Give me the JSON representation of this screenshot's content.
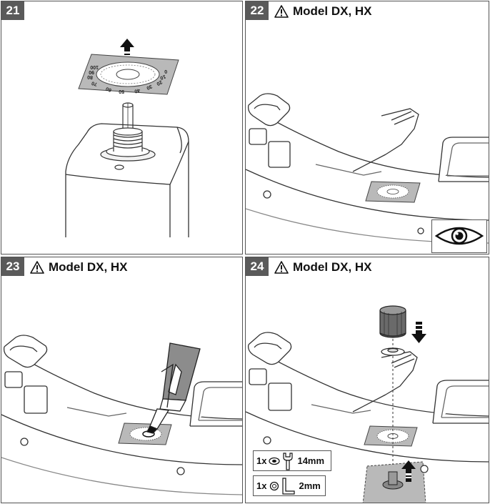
{
  "steps": [
    {
      "number": "21",
      "title": ""
    },
    {
      "number": "22",
      "title": "Model DX, HX"
    },
    {
      "number": "23",
      "title": "Model DX, HX"
    },
    {
      "number": "24",
      "title": "Model DX, HX"
    }
  ],
  "dial_labels": [
    "100",
    "90",
    "80",
    "70",
    "60",
    "50",
    "40",
    "30",
    "20",
    "10",
    "0"
  ],
  "tools": [
    {
      "quantity": "1x",
      "label": "14mm",
      "icon": "wrench-icon"
    },
    {
      "quantity": "1x",
      "label": "2mm",
      "icon": "hex-key-icon"
    }
  ],
  "icons": {
    "warning": "warning-triangle-icon",
    "eye": "eye-icon"
  }
}
